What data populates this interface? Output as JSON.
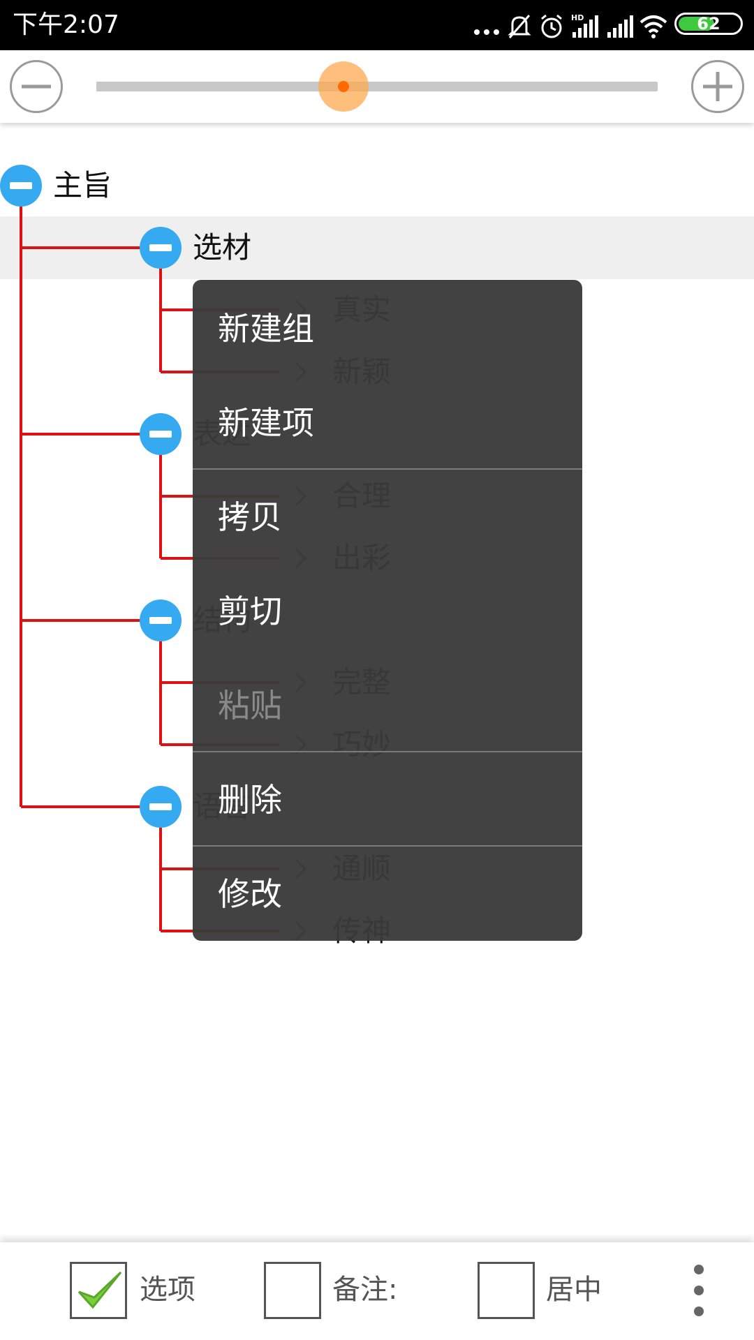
{
  "status_bar": {
    "time": "下午2:07",
    "battery": "62",
    "icons": [
      "more-dots-icon",
      "bell-off-icon",
      "alarm-icon",
      "hd-signal-icon",
      "signal-icon",
      "wifi-icon",
      "battery-icon"
    ]
  },
  "zoom": {
    "level": 0.44,
    "minus_icon": "minus-icon",
    "plus_icon": "plus-icon"
  },
  "tree": {
    "root": {
      "label": "主旨"
    },
    "groups": [
      {
        "label": "选材",
        "items": [
          "真实",
          "新颖"
        ],
        "highlighted": true
      },
      {
        "label": "表达",
        "items": [
          "合理",
          "出彩"
        ]
      },
      {
        "label": "结构",
        "items": [
          "完整",
          "巧妙"
        ]
      },
      {
        "label": "语言",
        "items": [
          "通顺",
          "传神"
        ]
      }
    ],
    "line_color": "#dd1111",
    "toggle_color": "#35aaf0"
  },
  "context_menu": {
    "items": [
      {
        "label": "新建组",
        "enabled": true
      },
      {
        "label": "新建项",
        "enabled": true
      },
      {
        "label": "拷贝",
        "enabled": true
      },
      {
        "label": "剪切",
        "enabled": true
      },
      {
        "label": "粘贴",
        "enabled": false
      },
      {
        "label": "删除",
        "enabled": true
      },
      {
        "label": "修改",
        "enabled": true
      }
    ]
  },
  "bottom_bar": {
    "options": {
      "label": "选项",
      "checked": true
    },
    "notes": {
      "label": "备注:",
      "checked": false
    },
    "center": {
      "label": "居中",
      "checked": false
    },
    "more_icon": "more-vert-icon"
  }
}
